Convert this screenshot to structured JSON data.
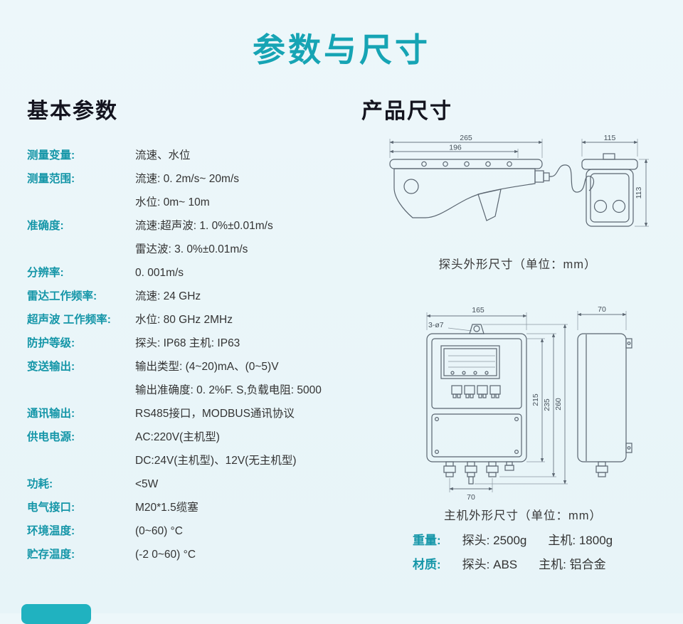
{
  "theme": {
    "accent": "#16a4b4",
    "label_color": "#1596a8"
  },
  "page_title": "参数与尺寸",
  "left": {
    "heading": "基本参数",
    "rows": [
      {
        "label": "测量变量:",
        "lines": [
          "流速、水位"
        ]
      },
      {
        "label": "测量范围:",
        "lines": [
          "流速: 0. 2m/s~ 20m/s",
          "水位: 0m~ 10m"
        ]
      },
      {
        "label": "准确度:",
        "lines": [
          "流速:超声波: 1. 0%±0.01m/s",
          "雷达波: 3. 0%±0.01m/s"
        ]
      },
      {
        "label": "分辨率:",
        "lines": [
          "0. 001m/s"
        ]
      },
      {
        "label": "雷达工作频率:",
        "lines": [
          "流速: 24 GHz"
        ]
      },
      {
        "label": "超声波 工作频率:",
        "lines": [
          "水位: 80 GHz  2MHz"
        ]
      },
      {
        "label": "防护等级:",
        "lines": [
          "探头: IP68  主机: IP63"
        ]
      },
      {
        "label": "变送输出:",
        "lines": [
          "输出类型: (4~20)mA、(0~5)V",
          "输出准确度: 0. 2%F. S,负载电阻: 5000"
        ]
      },
      {
        "label": "通讯输出:",
        "lines": [
          "RS485接口，MODBUS通讯协议"
        ]
      },
      {
        "label": "供电电源:",
        "lines": [
          "AC:220V(主机型)",
          "DC:24V(主机型)、12V(无主机型)"
        ]
      },
      {
        "label": "功耗:",
        "lines": [
          "<5W"
        ]
      },
      {
        "label": "电气接口:",
        "lines": [
          "M20*1.5缆塞"
        ]
      },
      {
        "label": "环境温度:",
        "lines": [
          "(0~60) °C"
        ]
      },
      {
        "label": "贮存温度:",
        "lines": [
          "(-2 0~60) °C"
        ]
      }
    ]
  },
  "right": {
    "heading": "产品尺寸",
    "probe": {
      "dim_265": "265",
      "dim_196": "196",
      "dim_115": "115",
      "dim_113": "113",
      "caption": "探头外形尺寸（单位：mm）"
    },
    "main": {
      "dim_165": "165",
      "dim_holes": "3-ø7",
      "dim_70_top": "70",
      "dim_215": "215",
      "dim_235": "235",
      "dim_260": "260",
      "dim_70_bottom": "70",
      "caption": "主机外形尺寸（单位：mm）"
    },
    "footer": {
      "weight_label": "重量:",
      "weight_probe": "探头: 2500g",
      "weight_main": "主机: 1800g",
      "material_label": "材质:",
      "material_probe": "探头: ABS",
      "material_main": "主机: 铝合金"
    }
  }
}
